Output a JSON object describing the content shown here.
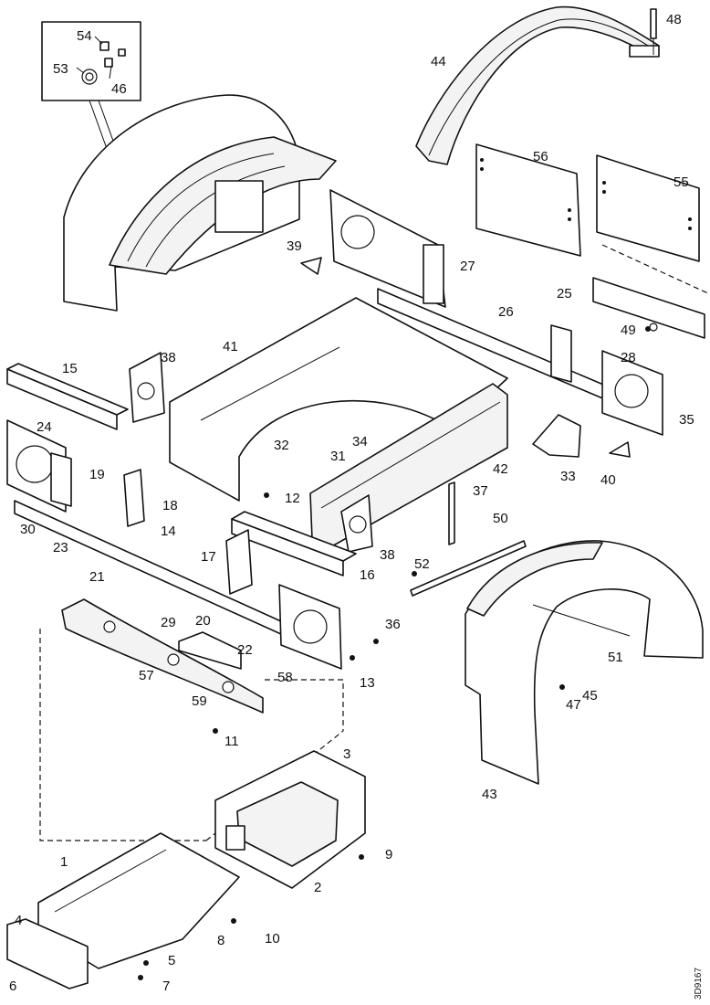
{
  "diagram": {
    "callouts": [
      "1",
      "2",
      "3",
      "4",
      "5",
      "6",
      "7",
      "8",
      "9",
      "10",
      "11",
      "12",
      "13",
      "14",
      "15",
      "16",
      "17",
      "18",
      "19",
      "20",
      "21",
      "22",
      "23",
      "24",
      "25",
      "26",
      "27",
      "28",
      "29",
      "30",
      "31",
      "32",
      "33",
      "34",
      "35",
      "36",
      "37",
      "38",
      "38",
      "39",
      "40",
      "41",
      "42",
      "43",
      "44",
      "45",
      "46",
      "47",
      "48",
      "49",
      "50",
      "51",
      "52",
      "53",
      "54",
      "55",
      "56",
      "57",
      "58",
      "59"
    ],
    "document_id": "3D9167"
  }
}
